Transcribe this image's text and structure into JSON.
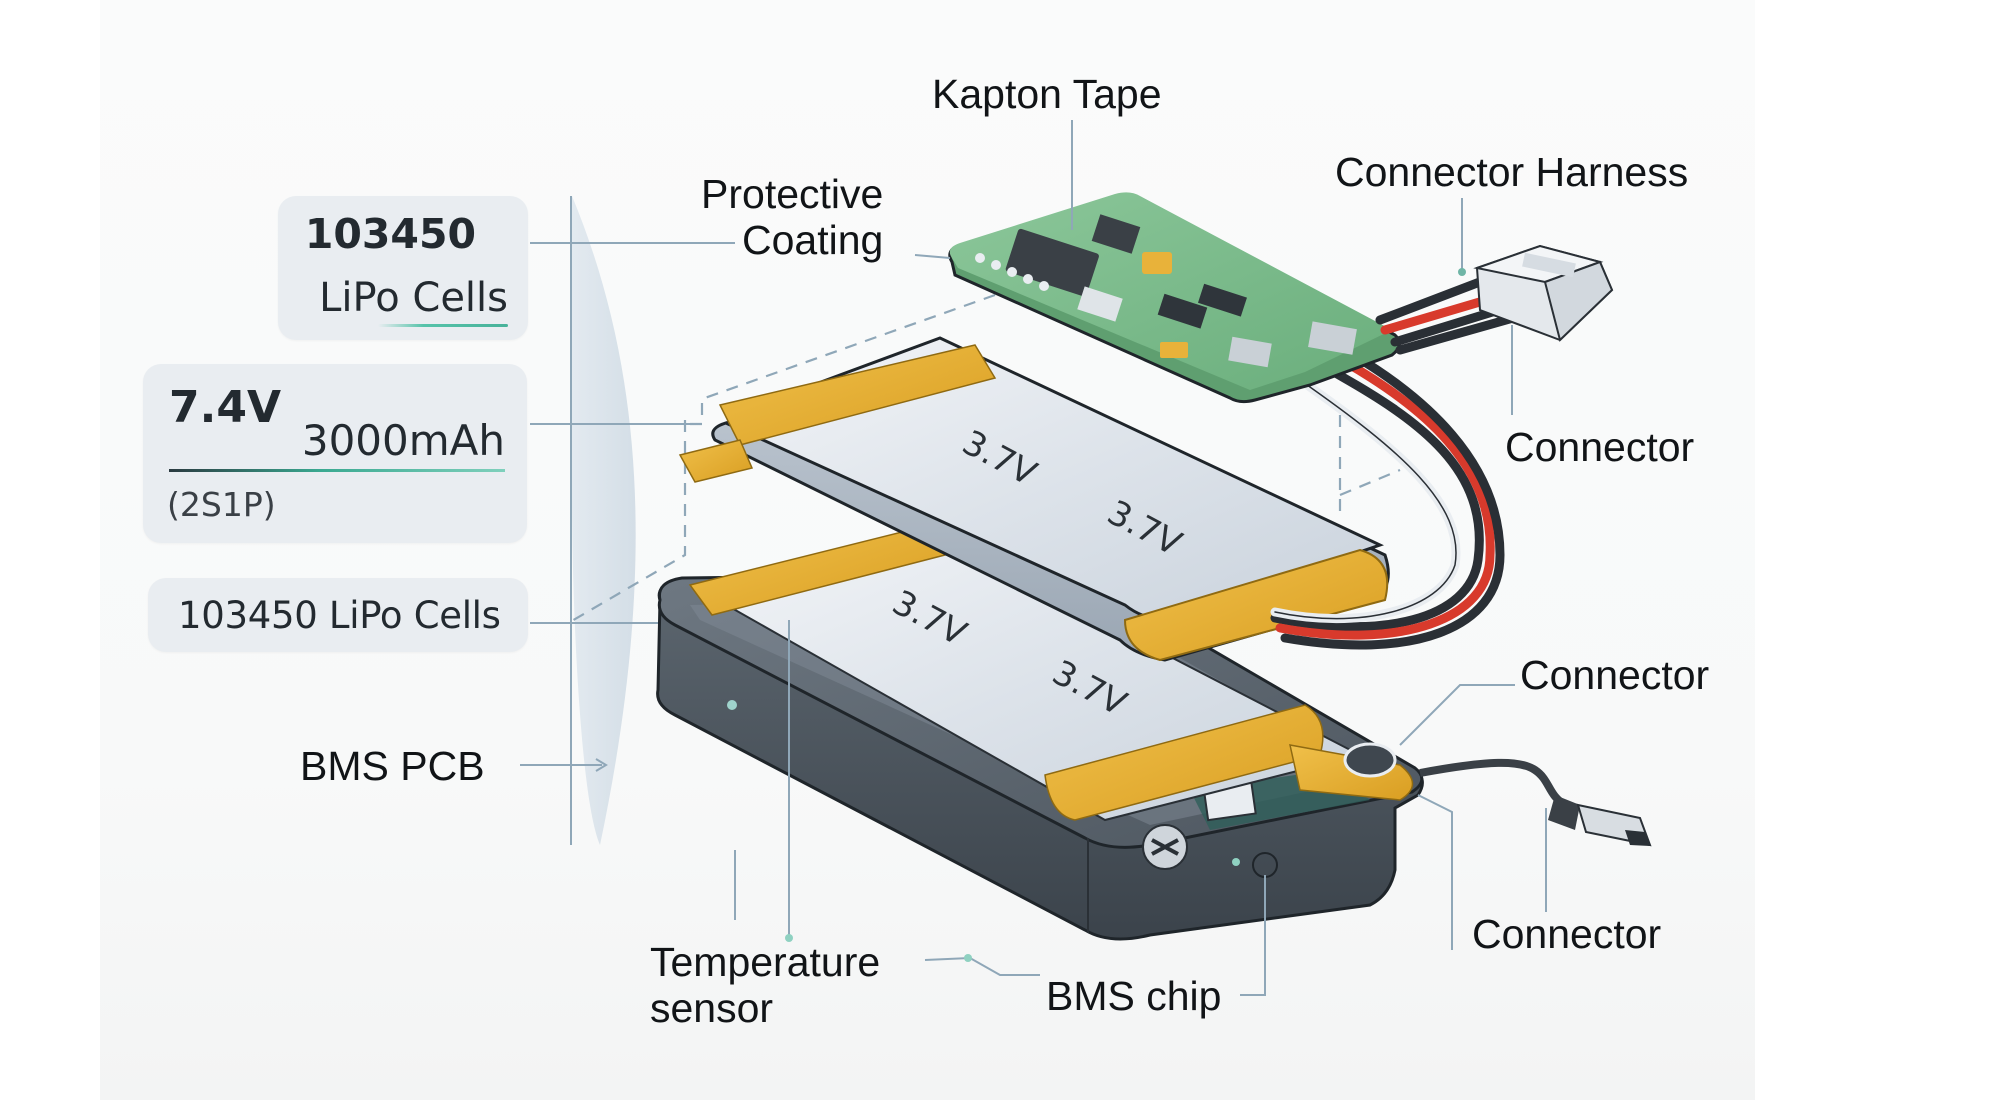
{
  "diagram": {
    "title": "LiPo battery pack exploded view",
    "spec_cards": [
      {
        "line1": "103450",
        "line2": "LiPo Cells"
      },
      {
        "voltage": "7.4V",
        "capacity": "3000mAh",
        "configuration": "(2S1P)"
      },
      {
        "line1": "103450 LiPo Cells"
      }
    ],
    "callouts": {
      "bms_pcb": "BMS PCB",
      "kapton_tape": "Kapton Tape",
      "protective_coating_line1": "Protective",
      "protective_coating_line2": "Coating",
      "connector_harness": "Connector Harness",
      "connector_top": "Connector",
      "connector_middle": "Connector",
      "connector_bottom": "Connector",
      "temperature_sensor_line1": "Temperature",
      "temperature_sensor_line2": "sensor",
      "bms_chip": "BMS chip"
    },
    "cell_markings": [
      "3.7V",
      "3.7V",
      "3.7V",
      "3.7V"
    ],
    "colors": {
      "kapton": "#e8b23a",
      "pcb": "#7dbb8a",
      "enclosure": "#4a535c",
      "accent_teal": "#56c3aa",
      "wire_red": "#d83a2c",
      "wire_black": "#2a2f35",
      "leader_line": "#8fa7b8"
    }
  }
}
